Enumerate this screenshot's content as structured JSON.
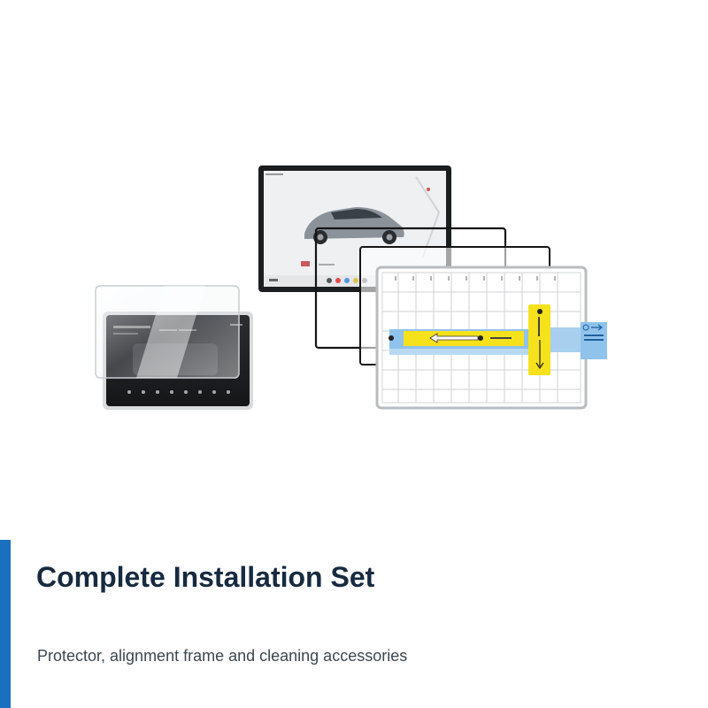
{
  "headline": "Complete Installation Set",
  "subline": "Protector, alignment frame and cleaning accessories",
  "colors": {
    "accent": "#1a6fbf",
    "headline": "#172a3f",
    "subline": "#3d4650",
    "guide_yellow": "#f5e11c",
    "guide_blue": "#8fc3ec"
  },
  "icons": [
    "main-display-illustration",
    "rear-display-illustration",
    "glass-protector-illustration",
    "alignment-frame-illustration",
    "installation-guide-sticker-illustration"
  ]
}
